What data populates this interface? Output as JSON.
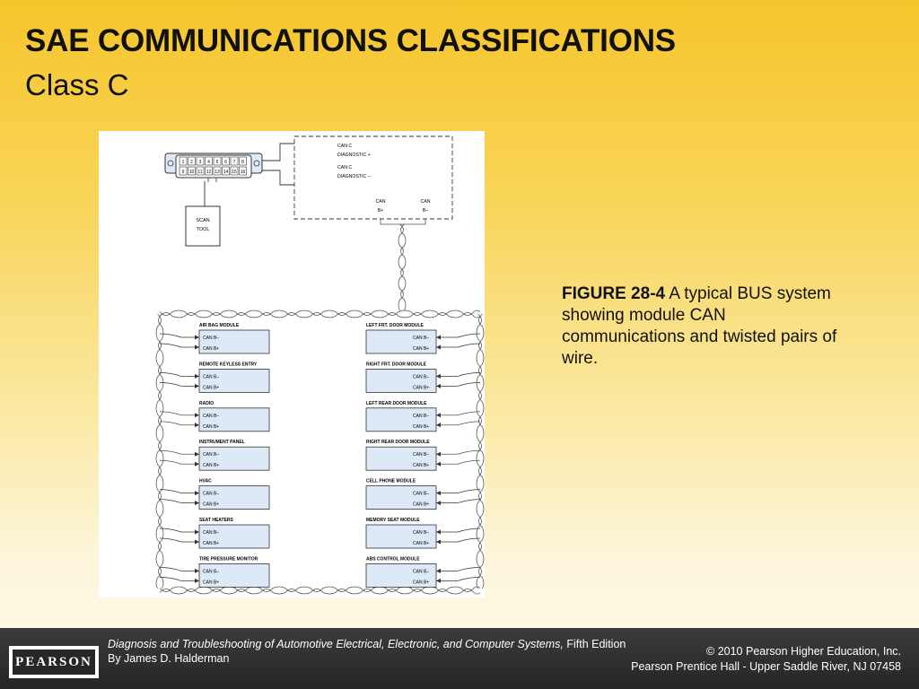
{
  "slide": {
    "title": "SAE COMMUNICATIONS CLASSIFICATIONS",
    "subtitle": "Class C"
  },
  "figure": {
    "connector_pins_top": [
      "1",
      "2",
      "3",
      "4",
      "5",
      "6",
      "7",
      "8"
    ],
    "connector_pins_bottom": [
      "9",
      "10",
      "11",
      "12",
      "13",
      "14",
      "15",
      "16"
    ],
    "scan_tool": [
      "SCAN",
      "TOOL"
    ],
    "gateway": {
      "lines": [
        "CAN C",
        "DIAGNOSTIC +",
        "CAN C",
        "DIAGNOSTIC –"
      ],
      "can_plus": [
        "CAN",
        "B+"
      ],
      "can_minus": [
        "CAN",
        "B–"
      ]
    },
    "left_modules": [
      "AIR BAG MODULE",
      "REMOTE KEYLESS ENTRY",
      "RADIO",
      "INSTRUMENT PANEL",
      "HVAC",
      "SEAT HEATERS",
      "TIRE PRESSURE MONITOR"
    ],
    "right_modules": [
      "LEFT FRT. DOOR MODULE",
      "RIGHT FRT. DOOR MODULE",
      "LEFT REAR DOOR MODULE",
      "RIGHT REAR DOOR MODULE",
      "CELL PHONE MODULE",
      "MEMORY SEAT MODULE",
      "ABS CONTROL MODULE"
    ],
    "pin_minus": "CAN B–",
    "pin_plus": "CAN B+"
  },
  "caption": {
    "label": "FIGURE 28-4",
    "text": " A typical BUS system showing module CAN communications and twisted pairs of wire."
  },
  "footer": {
    "logo": "PEARSON",
    "book_title": "Diagnosis and Troubleshooting of Automotive Electrical, Electronic, and Computer Systems,",
    "edition": " Fifth Edition",
    "author": "By James D. Halderman",
    "copyright": "© 2010 Pearson Higher Education, Inc.",
    "publisher": "Pearson Prentice Hall - Upper Saddle River, NJ 07458"
  }
}
